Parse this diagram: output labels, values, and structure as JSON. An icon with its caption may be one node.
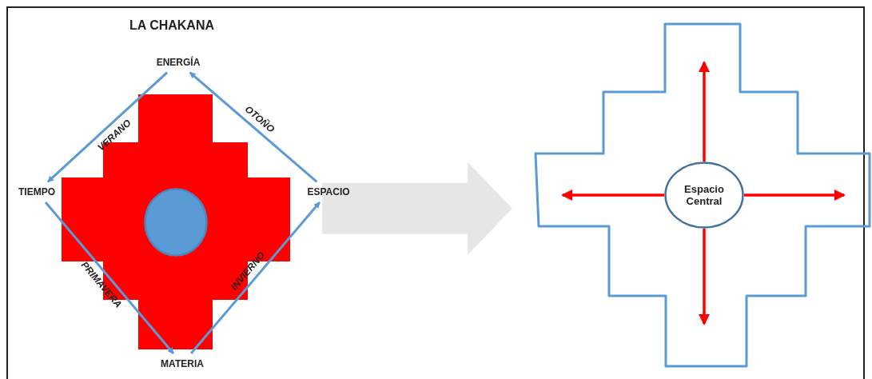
{
  "diagram": {
    "title": "LA CHAKANA",
    "nodes": [
      {
        "text": [
          "ENERGÍA"
        ]
      },
      {
        "text": [
          "TIEMPO"
        ]
      },
      {
        "text": [
          "ESPACIO"
        ]
      },
      {
        "text": [
          "MATERIA"
        ]
      },
      {
        "text": [],
        "shape": "cross"
      },
      {
        "text": [],
        "shape": "circle",
        "in": 4
      },
      {
        "text": [],
        "shape": "cross"
      },
      {
        "text": [
          "Espacio Central"
        ],
        "in": 6
      }
    ],
    "edges": [
      {
        "from": 0,
        "to": 1,
        "arrow": "to",
        "label": "VERANO"
      },
      {
        "from": 2,
        "to": 0,
        "arrow": "to",
        "label": "OTOÑO"
      },
      {
        "from": 1,
        "to": 3,
        "arrow": "to",
        "label": "PRIMAVERA"
      },
      {
        "from": 3,
        "to": 2,
        "arrow": "to",
        "label": "INVIERNO"
      },
      {
        "from": 4,
        "to": 6,
        "arrow": "to",
        "style": "thick",
        "color": "#e6e6e6"
      },
      {
        "from": 7,
        "to": null,
        "arrow": "to",
        "color": "#ff0000"
      },
      {
        "from": 7,
        "to": null,
        "arrow": "to",
        "color": "#ff0000"
      },
      {
        "from": 7,
        "to": null,
        "arrow": "to",
        "color": "#ff0000"
      },
      {
        "from": 7,
        "to": null,
        "arrow": "to",
        "color": "#ff0000"
      }
    ]
  }
}
